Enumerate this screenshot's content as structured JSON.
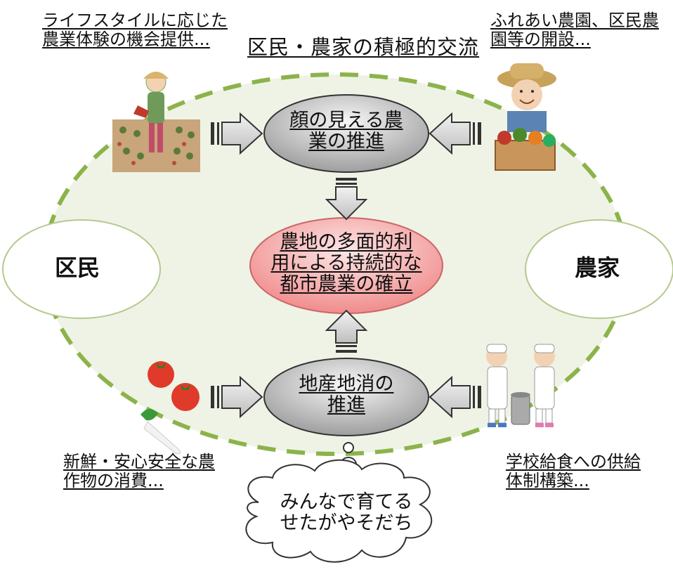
{
  "title": "区民・農家の積極的交流",
  "side_labels": {
    "left": "区民",
    "right": "農家"
  },
  "nodes": {
    "top": [
      "顔の見える農",
      "業の推進"
    ],
    "center": [
      "農地の多面的利",
      "用による持続的な",
      "都市農業の確立"
    ],
    "bottom": [
      "地産地消の",
      "推進"
    ]
  },
  "captions": {
    "top_left": [
      "ライフスタイルに応じた",
      "農業体験の機会提供..."
    ],
    "top_right": [
      "ふれあい農園、区民農",
      "園等の開設..."
    ],
    "bottom_left": [
      "新鮮・安心安全な農",
      "作物の消費..."
    ],
    "bottom_right": [
      "学校給食への供給",
      "体制構築..."
    ]
  },
  "cloud": [
    "みんなで育てる",
    "せたがやそだち"
  ],
  "illustrations": [
    "farmer-woman-watering-icon",
    "farmer-man-vegetables-icon",
    "tomatoes-daikon-icon",
    "school-lunch-children-icon"
  ],
  "colors": {
    "dashed_ellipse": "#8cb34a",
    "ellipse_fill": "#eef3e6",
    "center_fill": "#f4a7a7",
    "node_fill": "#bdbdbd",
    "arrow_fill": "#d9d9d9"
  }
}
